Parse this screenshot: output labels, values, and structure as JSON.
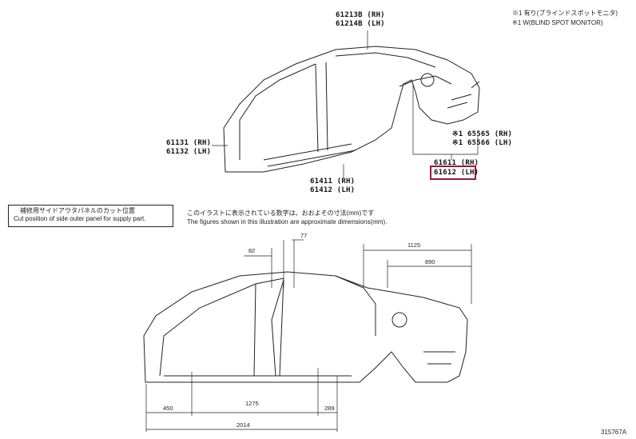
{
  "legend": {
    "line1": "※1 有り(ブラインドスポットモニタ)",
    "line2": "※1 W(BLIND SPOT MONITOR)"
  },
  "parts": {
    "roof_rail": [
      "61213B (RH)",
      "61214B (LH)"
    ],
    "front_pillar": [
      "61131 (RH)",
      "61132 (LH)"
    ],
    "rocker": [
      "61411 (RH)",
      "61412 (LH)"
    ],
    "bsm_bracket": [
      "※1 65565 (RH)",
      "※1 65566 (LH)"
    ],
    "quarter_panel": [
      "61611 (RH)",
      "61612 (LH)"
    ]
  },
  "highlight_color": "#9b1b35",
  "cut_note": {
    "jp": "補修用サイドアウタパネルのカット位置",
    "en": "Cut position of side outer panel for supply part."
  },
  "dim_note": {
    "jp": "このイラストに表示されている数字は、おおよその寸法(mm)です",
    "en": "The figures shown in this illustration are approximate dimensions(mm)."
  },
  "dimensions": {
    "d82": "82",
    "d77": "77",
    "d1125": "1125",
    "d890": "890",
    "d450": "450",
    "d1275": "1275",
    "d289": "289",
    "d2014": "2014"
  },
  "figure_id": "315767A"
}
